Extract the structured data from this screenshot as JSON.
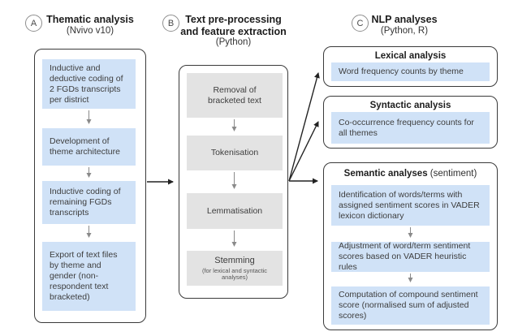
{
  "colors": {
    "step_blue": "#d0e2f7",
    "step_gray": "#e3e3e3"
  },
  "columns": {
    "a": {
      "badge": "A",
      "title": "Thematic analysis",
      "subtitle": "(Nvivo v10)",
      "steps": [
        "Inductive and deductive coding of 2 FGDs transcripts per district",
        "Development of theme architecture",
        "Inductive coding of remaining FGDs transcripts",
        "Export of text files by theme and gender (non-respondent text bracketed)"
      ]
    },
    "b": {
      "badge": "B",
      "title": "Text pre-processing and feature extraction",
      "subtitle": "(Python)",
      "steps": [
        "Removal of bracketed text",
        "Tokenisation",
        "Lemmatisation",
        "Stemming"
      ],
      "stemming_note": "(for lexical and syntactic analyses)"
    },
    "c": {
      "badge": "C",
      "title": "NLP analyses",
      "subtitle": "(Python, R)",
      "panels": [
        {
          "title": "Lexical analysis",
          "items": [
            "Word frequency counts by theme"
          ]
        },
        {
          "title": "Syntactic analysis",
          "items": [
            "Co-occurrence frequency counts for all themes"
          ]
        },
        {
          "title": "Semantic analyses",
          "title_suffix": "(sentiment)",
          "items": [
            "Identification of words/terms with assigned sentiment scores in VADER lexicon dictionary",
            "Adjustment of word/term sentiment scores based on VADER heuristic rules",
            "Computation of compound sentiment score (normalised sum of adjusted scores)"
          ]
        }
      ]
    }
  }
}
